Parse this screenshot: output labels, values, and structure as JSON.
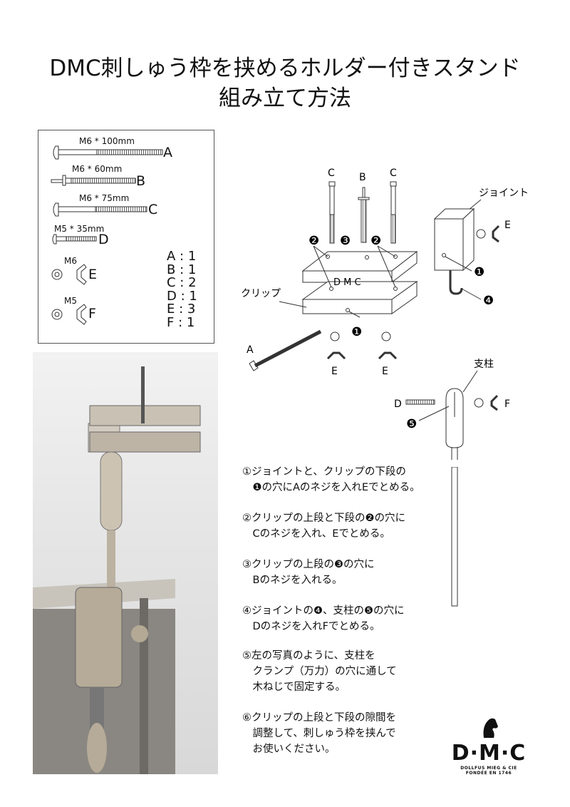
{
  "title": {
    "line1": "DMC刺しゅう枠を挟めるホルダー付きスタンド",
    "line2": "組み立て方法"
  },
  "parts": {
    "items": [
      {
        "spec": "M6 * 100mm",
        "letter": "A"
      },
      {
        "spec": "M6 * 60mm",
        "letter": "B"
      },
      {
        "spec": "M6 * 75mm",
        "letter": "C"
      },
      {
        "spec": "M5 * 35mm",
        "letter": "D"
      },
      {
        "spec": "M6",
        "letter": "E"
      },
      {
        "spec": "M5",
        "letter": "F"
      }
    ],
    "counts": [
      "A : 1",
      "B : 1",
      "C : 2",
      "D : 1",
      "E : 3",
      "F : 1"
    ]
  },
  "diagram": {
    "bolt_labels": [
      "C",
      "B",
      "C"
    ],
    "joint_label": "ジョイント",
    "clip_label": "クリップ",
    "clip_text": "D M C",
    "post_label": "支柱",
    "marks": {
      "one": "❶",
      "two": "❷",
      "three": "❸",
      "four": "❹",
      "five": "❺"
    },
    "letters": {
      "A": "A",
      "D": "D",
      "E": "E",
      "F": "F"
    }
  },
  "instructions": [
    [
      "①ジョイントと、クリップの下段の",
      "　❶の穴にAのネジを入れEでとめる。"
    ],
    [
      "②クリップの上段と下段の❷の穴に",
      "　Cのネジを入れ、Eでとめる。"
    ],
    [
      "③クリップの上段の❸の穴に",
      "　Bのネジを入れる。"
    ],
    [
      "④ジョイントの❹、支柱の❺の穴に",
      "　Dのネジを入れFでとめる。"
    ],
    [
      "⑤左の写真のように、支柱を",
      "　クランプ（万力）の穴に通して",
      "　木ねじで固定する。"
    ],
    [
      "⑥クリップの上段と下段の隙間を",
      "　調整して、刺しゅう枠を挟んで",
      "　お使いください。"
    ]
  ],
  "logo": {
    "name": "D·M·C",
    "line1": "DOLLFUS MIEG & CIE",
    "line2": "FONDÉE EN 1746"
  }
}
